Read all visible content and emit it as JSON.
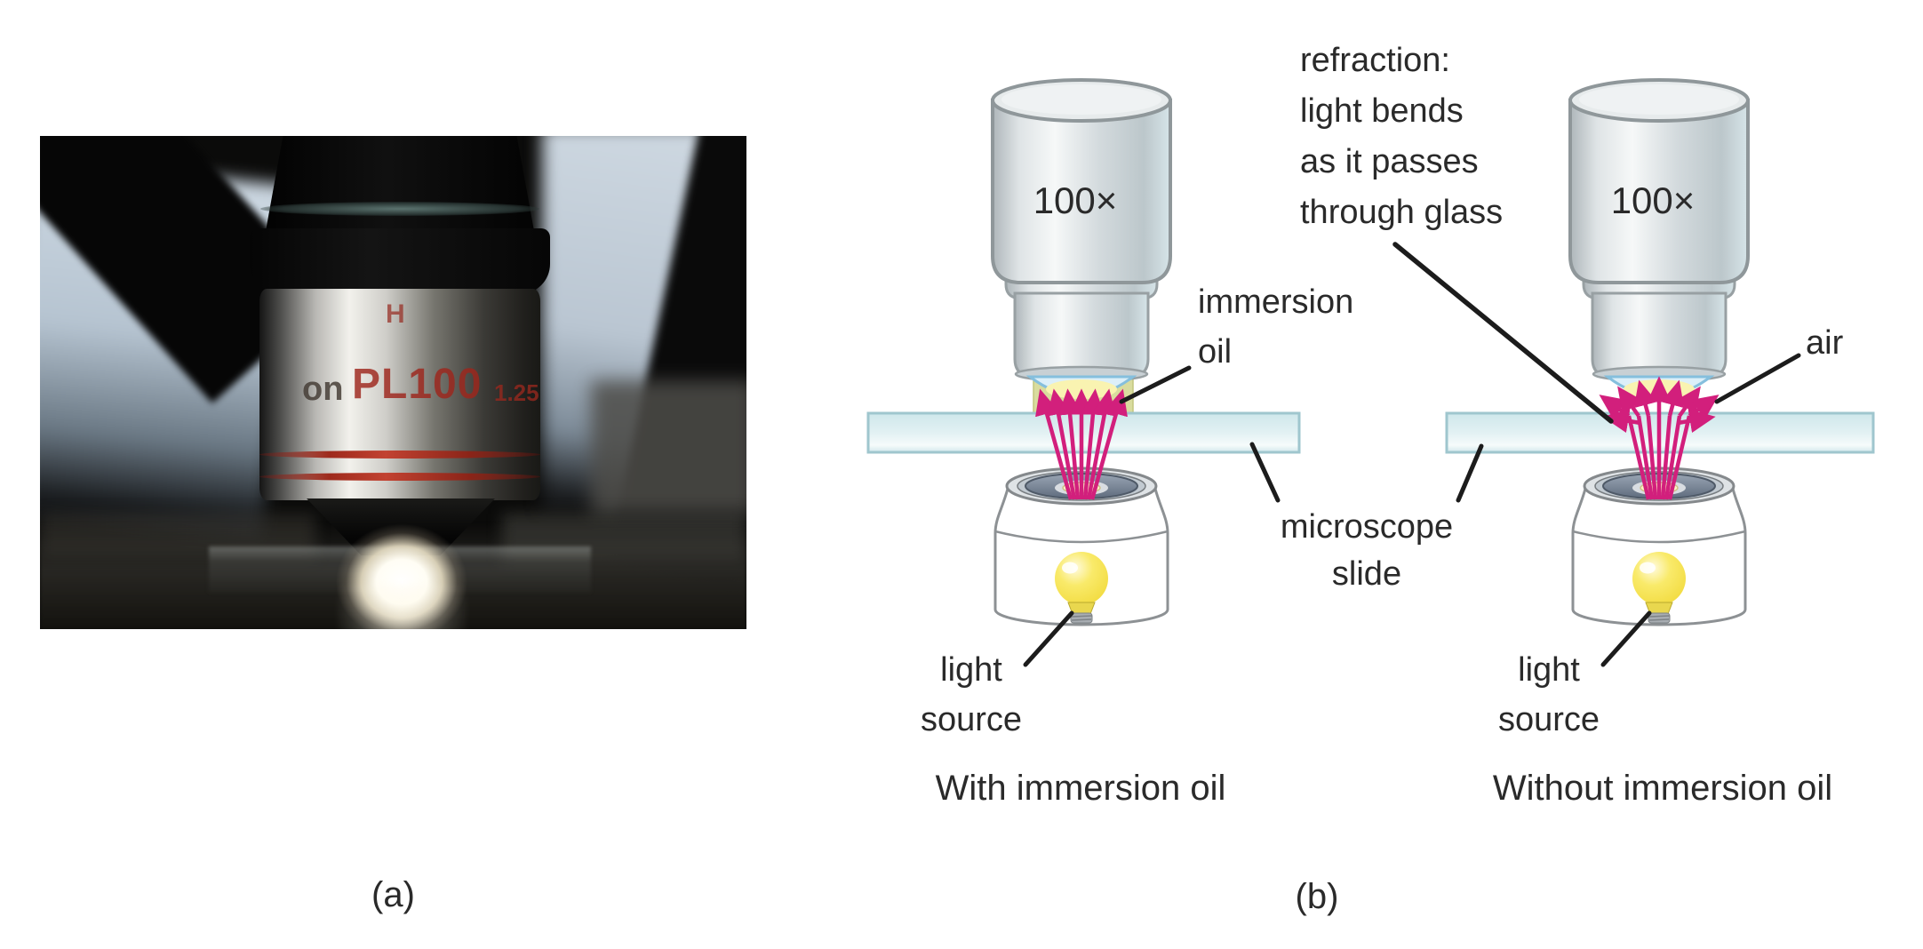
{
  "figure": {
    "panel_a": {
      "caption": "(a)",
      "objective_markings": {
        "top": "H",
        "prefix": "on",
        "main": "PL100",
        "side": "1.25"
      }
    },
    "panel_b": {
      "caption": "(b)",
      "objective_magnification": "100×",
      "refraction_note_lines": [
        "refraction:",
        "light bends",
        "as it passes",
        "through glass"
      ],
      "immersion_oil_label_lines": [
        "immersion",
        "oil"
      ],
      "air_label": "air",
      "microscope_slide_label_lines": [
        "microscope",
        "slide"
      ],
      "light_source_label_lines": [
        "light",
        "source"
      ],
      "left_caption": "With immersion oil",
      "right_caption": "Without immersion oil"
    },
    "colors": {
      "arrow_magenta": "#d21f7c",
      "slide_fill": "#e2f1f3",
      "oil_fill": "#d9dc9e",
      "label_text": "#2a2a2a"
    }
  }
}
